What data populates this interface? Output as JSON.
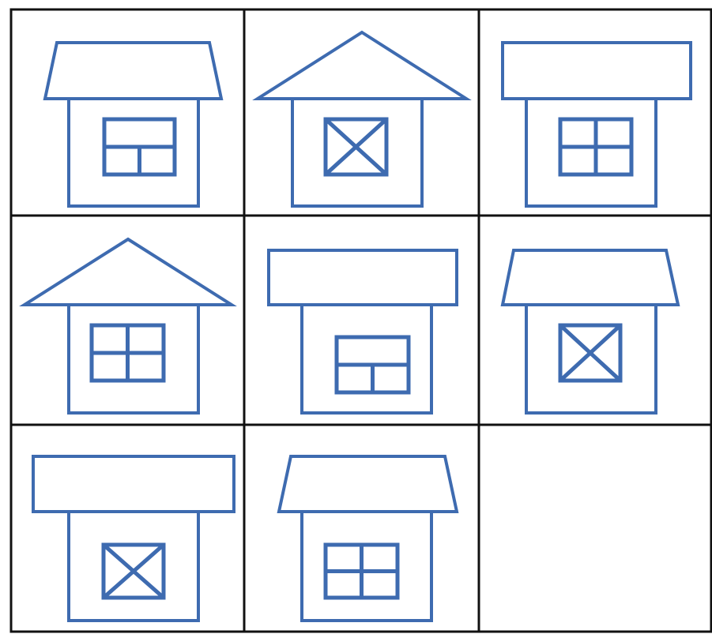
{
  "colors": {
    "background": "#ffffff",
    "grid_line": "#111111",
    "drawing_stroke": "#3e6bb0"
  },
  "grid": {
    "rows": 3,
    "columns": 3
  },
  "cells": [
    {
      "row": 0,
      "col": 0,
      "roof": "trapezoid",
      "window": "inverted-t"
    },
    {
      "row": 0,
      "col": 1,
      "roof": "triangle",
      "window": "x-cross"
    },
    {
      "row": 0,
      "col": 2,
      "roof": "rectangle",
      "window": "four-pane"
    },
    {
      "row": 1,
      "col": 0,
      "roof": "triangle",
      "window": "four-pane"
    },
    {
      "row": 1,
      "col": 1,
      "roof": "rectangle",
      "window": "inverted-t"
    },
    {
      "row": 1,
      "col": 2,
      "roof": "trapezoid",
      "window": "x-cross"
    },
    {
      "row": 2,
      "col": 0,
      "roof": "rectangle",
      "window": "x-cross"
    },
    {
      "row": 2,
      "col": 1,
      "roof": "trapezoid",
      "window": "four-pane"
    },
    {
      "row": 2,
      "col": 2,
      "roof": "none",
      "window": "none"
    }
  ]
}
